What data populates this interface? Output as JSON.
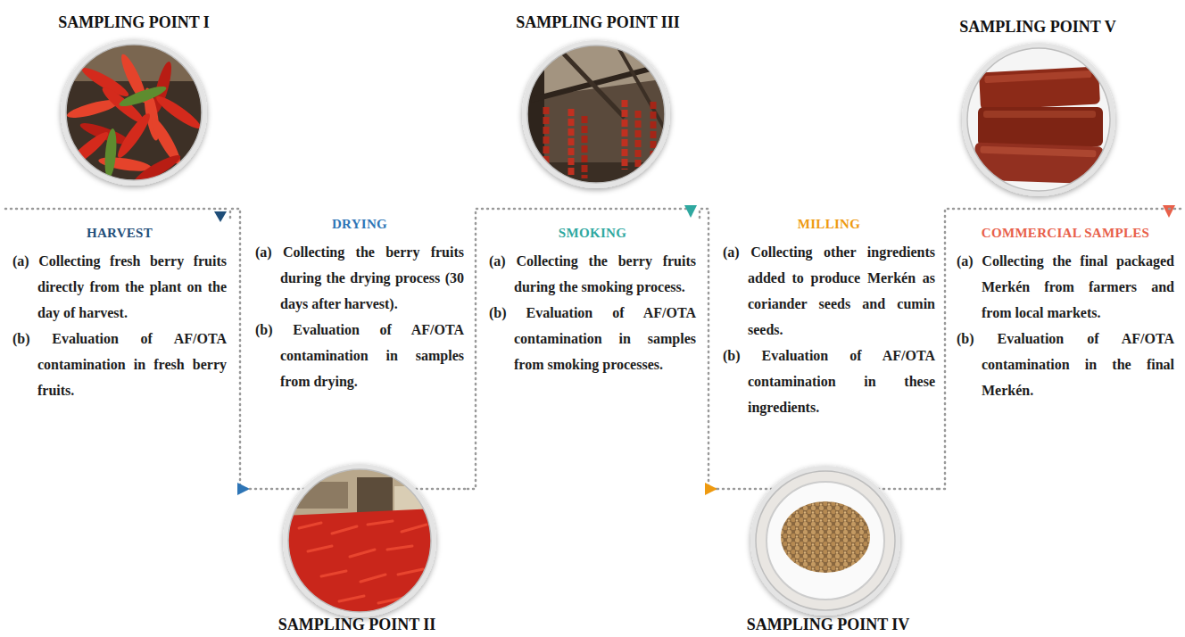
{
  "diagram": {
    "nodes": [
      {
        "text": [
          "HARVEST",
          "(a) Collecting fresh berry fruits directly from the plant on the day of harvest.",
          "(b) Evaluation of AF/OTA contamination in fresh berry fruits."
        ]
      },
      {
        "text": [
          "DRYING",
          "(a) Collecting the berry fruits during the drying process (30 days after harvest).",
          "(b) Evaluation of AF/OTA contamination in samples from drying."
        ]
      },
      {
        "text": [
          "SMOKING",
          "(a) Collecting the berry fruits during the smoking process.",
          "(b) Evaluation of AF/OTA contamination in samples from smoking processes."
        ]
      },
      {
        "text": [
          "MILLING",
          "(a) Collecting other ingredients added to produce Merkén as coriander seeds and cumin seeds.",
          "(b) Evaluation of AF/OTA contamination in these ingredients."
        ]
      },
      {
        "text": [
          "COMMERCIAL SAMPLES",
          "(a) Collecting the final packaged Merkén from farmers and from local markets.",
          "(b) Evaluation of AF/OTA contamination in the final Merkén."
        ]
      }
    ],
    "edges": [
      {
        "from": 0,
        "to": 1,
        "arrow": "to"
      },
      {
        "from": 1,
        "to": 2,
        "arrow": "to"
      },
      {
        "from": 2,
        "to": 3,
        "arrow": "to"
      },
      {
        "from": 3,
        "to": 4,
        "arrow": "to"
      }
    ],
    "labels": [
      "SAMPLING POINT I",
      "SAMPLING POINT II",
      "SAMPLING POINT III",
      "SAMPLING POINT IV",
      "SAMPLING POINT V"
    ]
  }
}
